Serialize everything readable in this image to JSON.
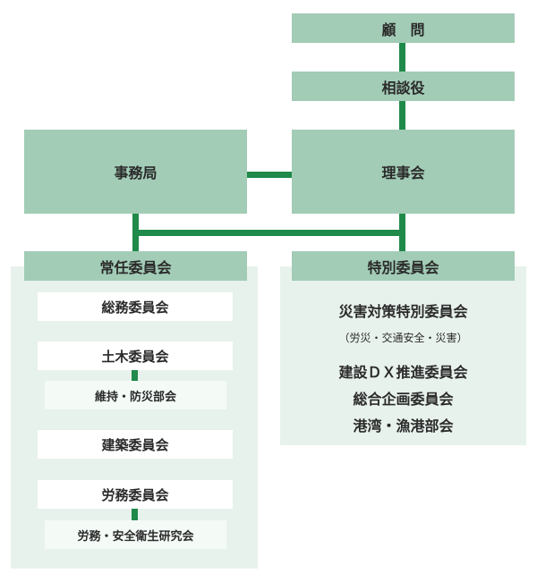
{
  "top": {
    "advisor": "顧　問",
    "counselor": "相談役",
    "secretariat": "事務局",
    "board": "理事会"
  },
  "standing": {
    "title": "常任委員会",
    "committees": {
      "general_affairs": "総務委員会",
      "civil": "土木委員会",
      "civil_sub": "維持・防災部会",
      "building": "建築委員会",
      "labor": "労務委員会",
      "labor_sub": "労務・安全衛生研究会"
    }
  },
  "special": {
    "title": "特別委員会",
    "items": [
      "災害対策特別委員会",
      "（労災・交通安全・災害）",
      "建設ＤＸ推進委員会",
      "総合企画委員会",
      "港湾・漁港部会"
    ]
  },
  "colors": {
    "box_green": "#a2ccb6",
    "panel": "#e8f2ec",
    "connector": "#1f8a4a"
  }
}
